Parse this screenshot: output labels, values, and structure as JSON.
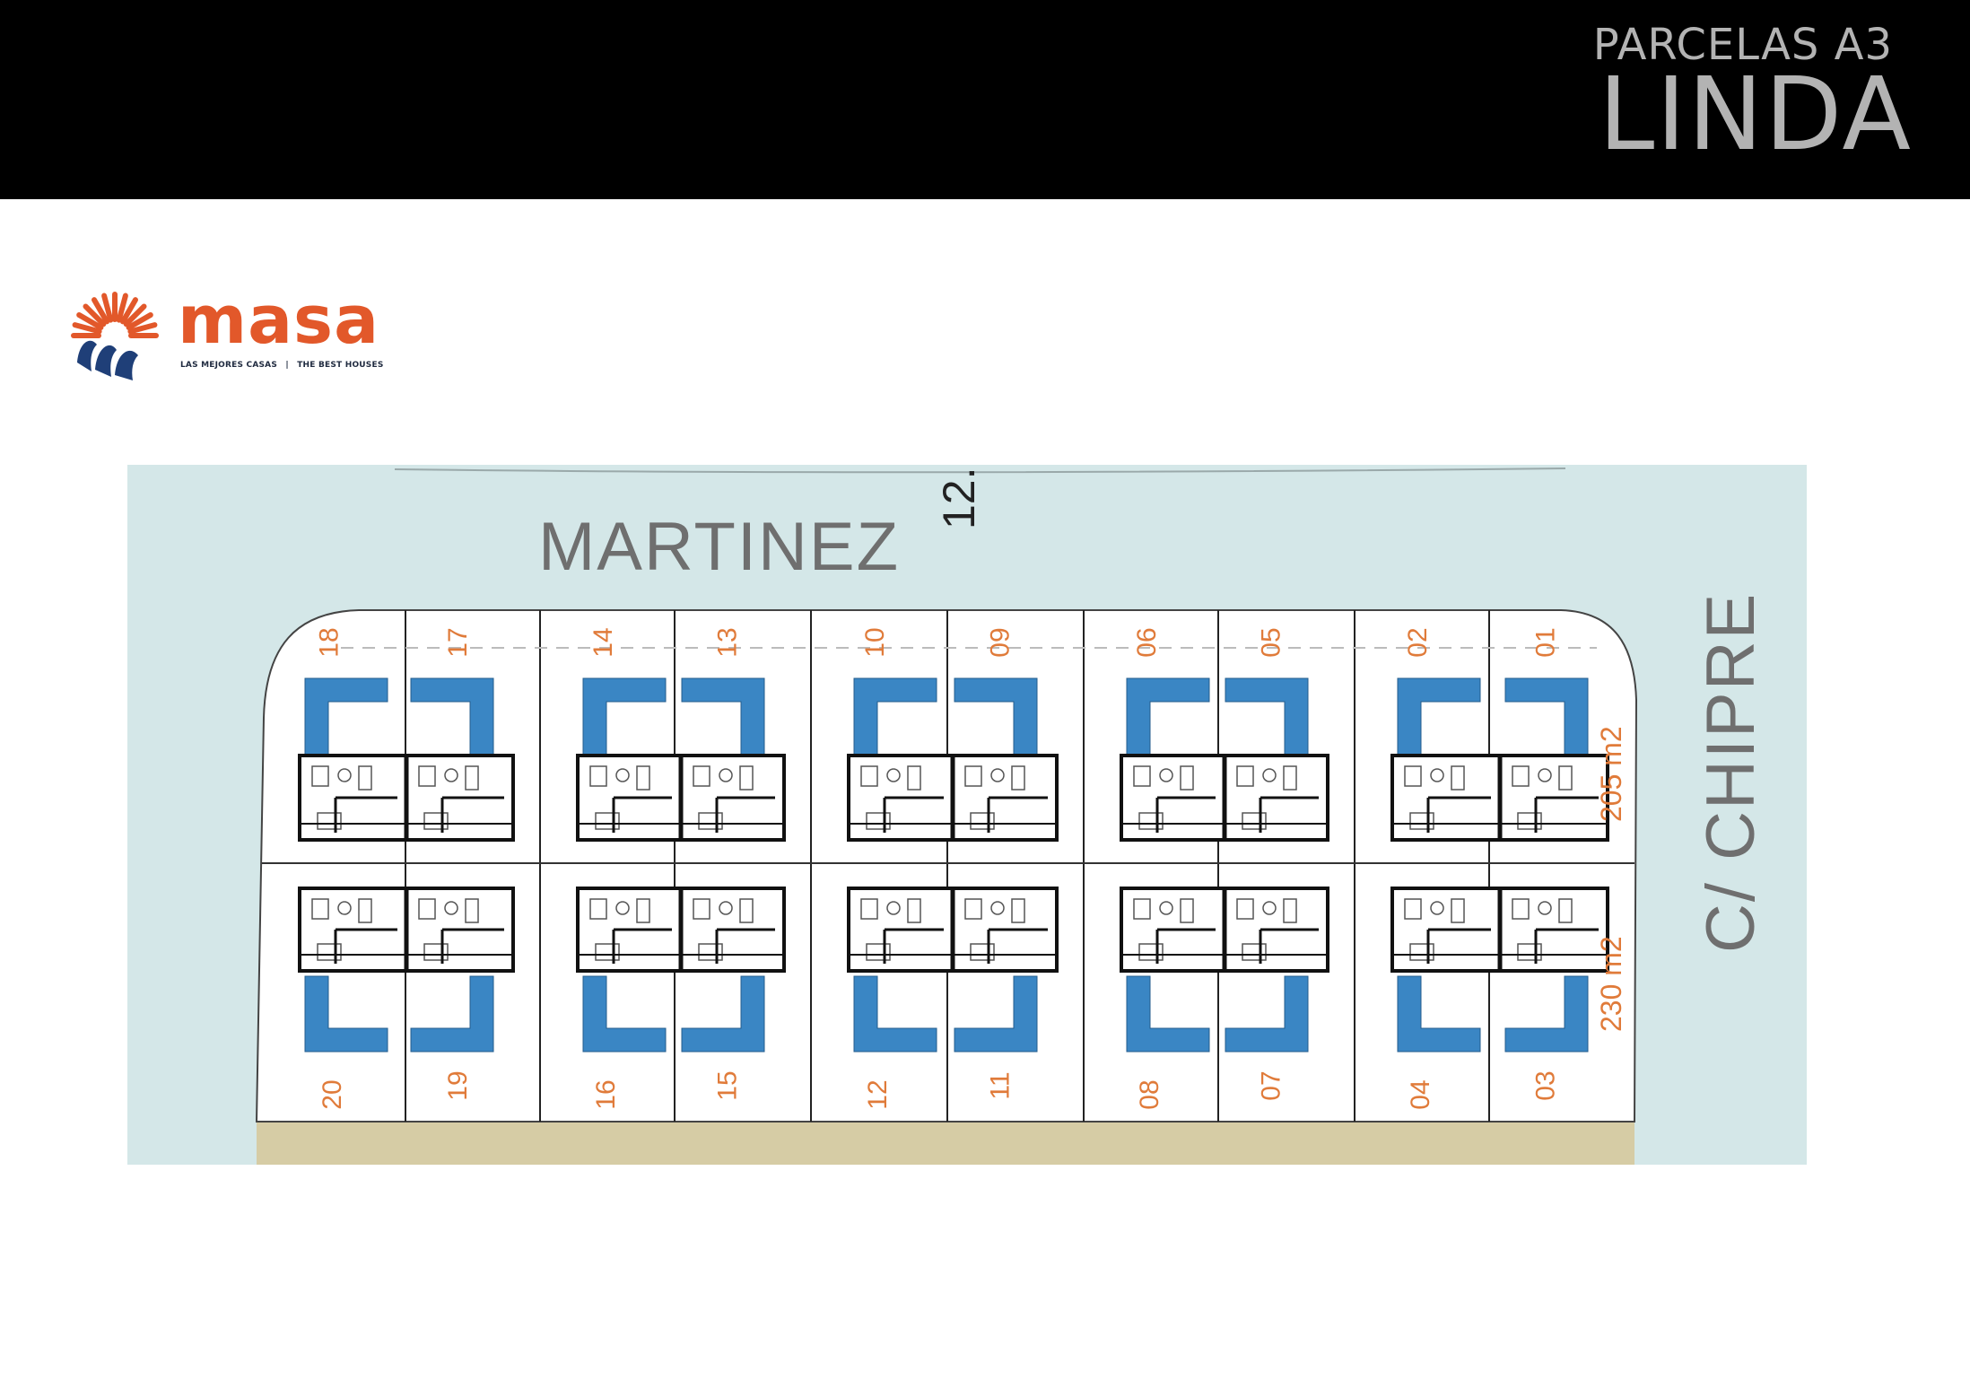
{
  "header": {
    "subtitle": "PARCELAS A3",
    "title": "LINDA"
  },
  "logo": {
    "wordmark": "masa",
    "tagline_left": "LAS MEJORES CASAS",
    "tagline_right": "THE BEST HOUSES",
    "colors": {
      "orange": "#e2582a",
      "navy": "#1f3f78"
    }
  },
  "plan": {
    "street_top": "MARTINEZ",
    "street_top_number": "12.",
    "street_right": "C/ CHIPRE",
    "area_top_row": "205 m2",
    "area_bottom_row": "230 m2",
    "top_row_plots": [
      "18",
      "17",
      "14",
      "13",
      "10",
      "09",
      "06",
      "05",
      "02",
      "01"
    ],
    "bottom_row_plots": [
      "20",
      "19",
      "16",
      "15",
      "12",
      "11",
      "08",
      "07",
      "04",
      "03"
    ],
    "colors": {
      "street": "#d4e7e8",
      "pool": "#3a86c4",
      "plot_number": "#e07b3a",
      "strip": "#d6cca5"
    }
  }
}
